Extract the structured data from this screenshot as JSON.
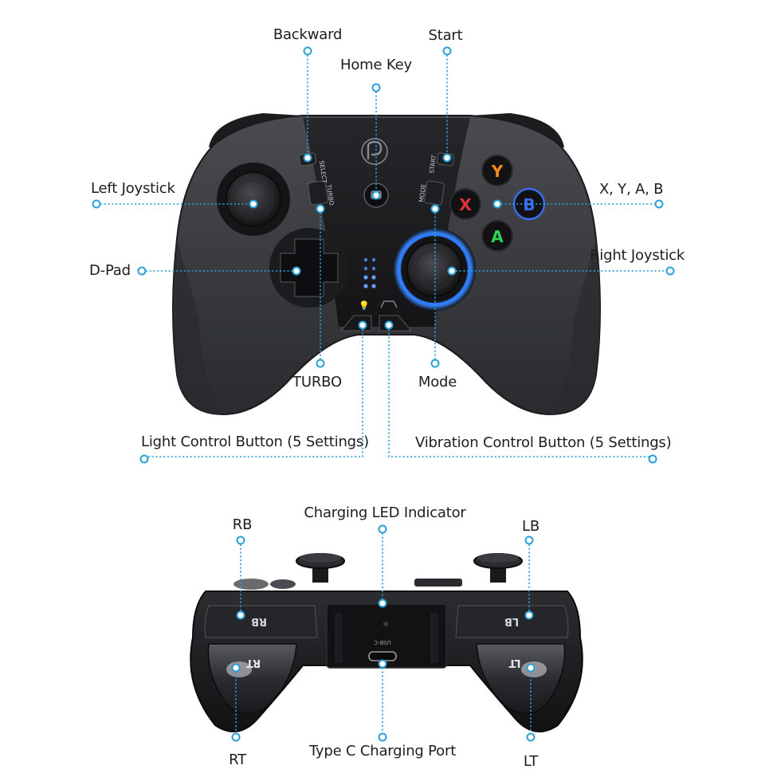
{
  "front_view": {
    "labels": {
      "backward": "Backward",
      "start": "Start",
      "home_key": "Home Key",
      "left_joystick": "Left Joystick",
      "xyab": "X, Y, A, B",
      "dpad": "D-Pad",
      "right_joystick": "Right Joystick",
      "turbo": "TURBO",
      "mode": "Mode",
      "light_control": "Light Control Button (5 Settings)",
      "vibration_control": "Vibration Control Button (5 Settings)"
    },
    "printed_on_controller": {
      "select": "SELECT",
      "turbo": "TURBO",
      "start": "START",
      "mode": "MODE"
    },
    "face_buttons": [
      {
        "letter": "Y",
        "color": "#f08a1c"
      },
      {
        "letter": "X",
        "color": "#e0303a"
      },
      {
        "letter": "B",
        "color": "#3a6cf0"
      },
      {
        "letter": "A",
        "color": "#2fcf54"
      }
    ]
  },
  "rear_view": {
    "labels": {
      "rb": "RB",
      "charging_led": "Charging LED Indicator",
      "lb": "LB",
      "rt": "RT",
      "type_c": "Type C Charging Port",
      "lt": "LT"
    },
    "printed_on_controller": {
      "rb": "RB",
      "lb": "LB",
      "rt": "RT",
      "lt": "LT",
      "usb_c": "USB-C"
    }
  },
  "colors": {
    "callout": "#2aa0d8",
    "controller_body": "#3b3c40",
    "joystick_ring": "#2f7dff"
  }
}
